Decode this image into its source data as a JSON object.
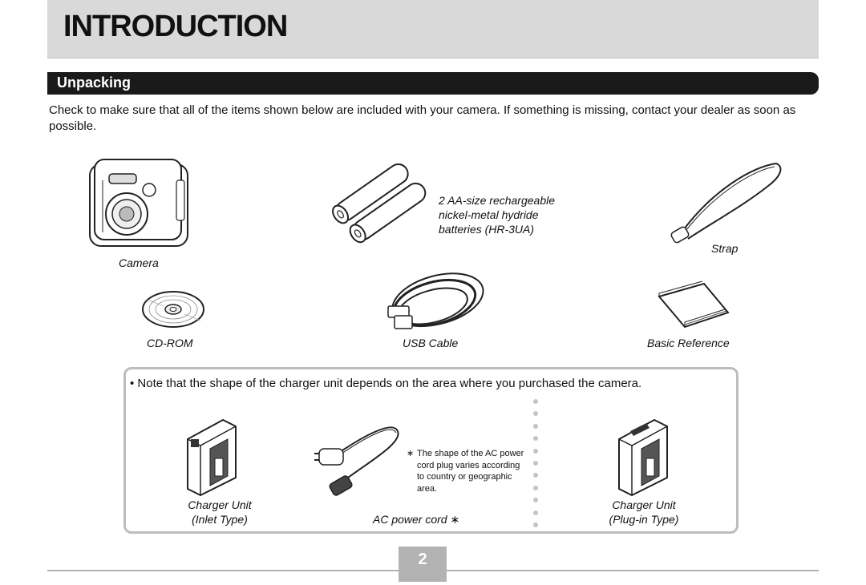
{
  "header": {
    "title": "INTRODUCTION"
  },
  "section": {
    "title": "Unpacking"
  },
  "intro_text": "Check to make sure that all of the items shown below are included with your camera. If something is missing, contact your dealer as soon as possible.",
  "items": {
    "camera": "Camera",
    "batteries": [
      "2 AA-size rechargeable",
      "nickel-metal hydride",
      "batteries (HR-3UA)"
    ],
    "strap": "Strap",
    "cdrom": "CD-ROM",
    "usb_cable": "USB Cable",
    "basic_reference": "Basic Reference"
  },
  "note": {
    "text": "• Note that the shape of the charger unit depends on the area where you purchased the camera.",
    "charger_inlet": [
      "Charger Unit",
      "(Inlet Type)"
    ],
    "ac_cord": "AC power cord ∗",
    "ac_note_star": "∗",
    "ac_note": "The shape of the AC power cord plug varies according to country or geographic area.",
    "charger_plugin": [
      "Charger Unit",
      "(Plug-in Type)"
    ]
  },
  "page": {
    "number": "2"
  }
}
